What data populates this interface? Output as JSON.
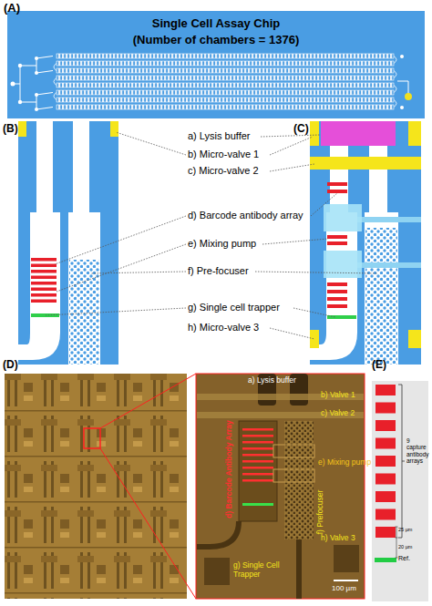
{
  "diagram": {
    "title": "Single Cell Assay Chip",
    "labels": [
      "(A)",
      "(Number of chambers = 1376)",
      "(B)",
      "(C)",
      "a) Lysis buffer",
      "b) Micro-valve 1",
      "c) Micro-valve 2",
      "d) Barcode antibody array",
      "e) Mixing pump",
      "f) Pre-focuser",
      "g) Single cell trapper",
      "h) Micro-valve 3",
      "(D)",
      "a) Lysis buffer",
      "b) Valve 1",
      "c) Valve 2",
      "d) Barcode Antibody Array",
      "e) Mixing pump",
      "f) Prefocuser",
      "h) Valve 3",
      "g) Single Cell Trapper",
      "100 µm",
      "(E)",
      "9 capture antibody arrays",
      "25 µm",
      "20 µm",
      "Ref."
    ]
  }
}
